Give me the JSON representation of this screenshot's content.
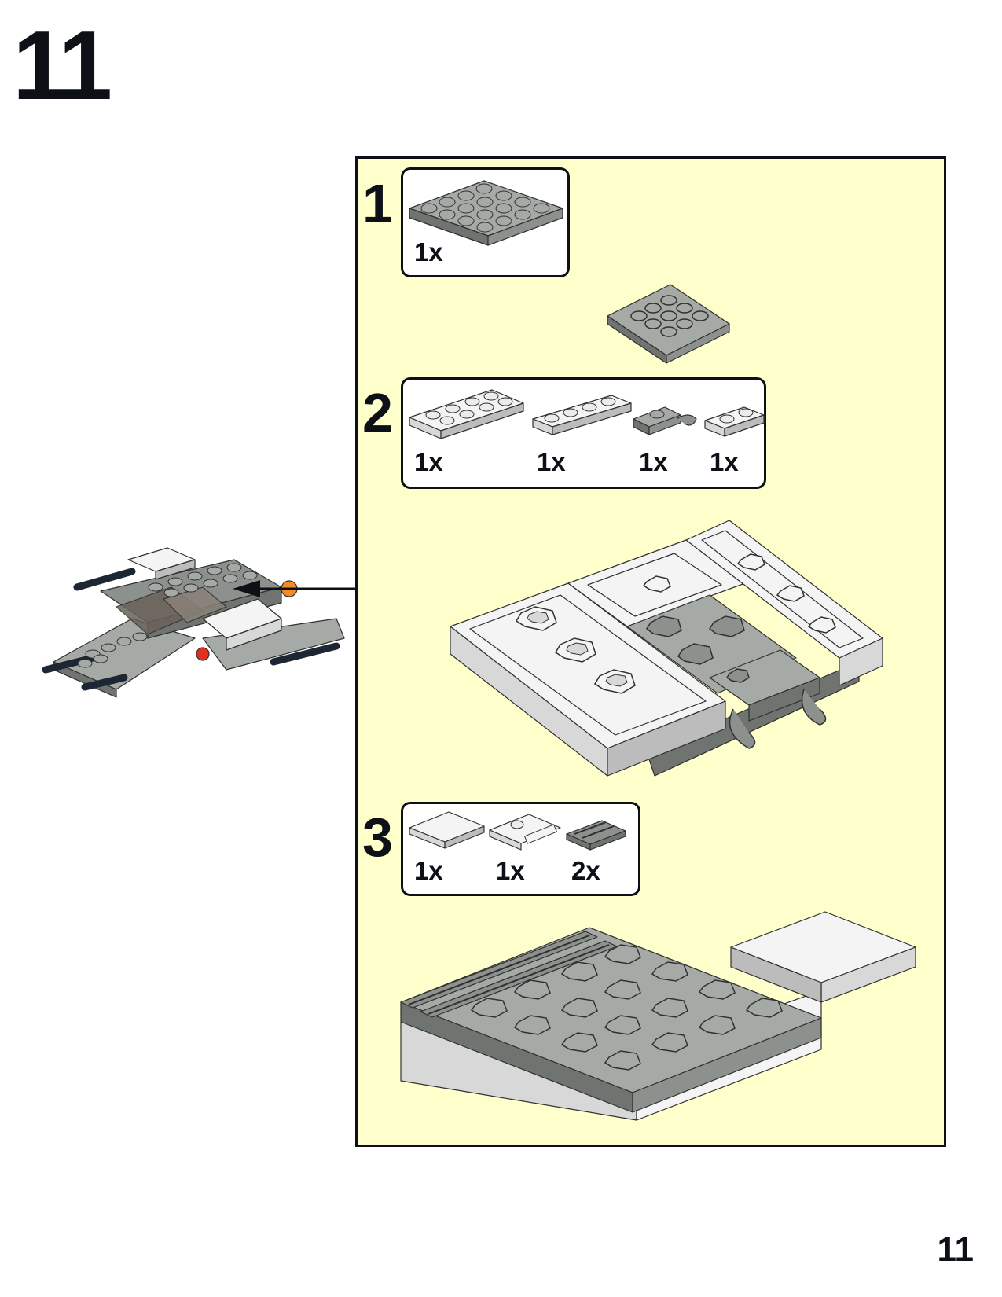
{
  "page": {
    "step_number": "11",
    "page_number": "11"
  },
  "submodel": {
    "steps": [
      {
        "number": "1",
        "parts": [
          {
            "qty": "1x",
            "name": "plate-4x4-dark-gray"
          }
        ]
      },
      {
        "number": "2",
        "parts": [
          {
            "qty": "1x",
            "name": "plate-2x4-white"
          },
          {
            "qty": "1x",
            "name": "plate-1x4-white"
          },
          {
            "qty": "1x",
            "name": "plate-clip-gray"
          },
          {
            "qty": "1x",
            "name": "plate-1x2-white"
          }
        ]
      },
      {
        "number": "3",
        "parts": [
          {
            "qty": "1x",
            "name": "tile-2x2-white"
          },
          {
            "qty": "1x",
            "name": "plate-handle-white"
          },
          {
            "qty": "2x",
            "name": "grille-tile-dark-gray"
          }
        ]
      }
    ]
  },
  "colors": {
    "panel_background": "#ffffcc",
    "callout_background": "#ffffff",
    "outline": "#0d1117",
    "dark_gray": "#8c918d",
    "white_brick": "#f4f4f4"
  }
}
